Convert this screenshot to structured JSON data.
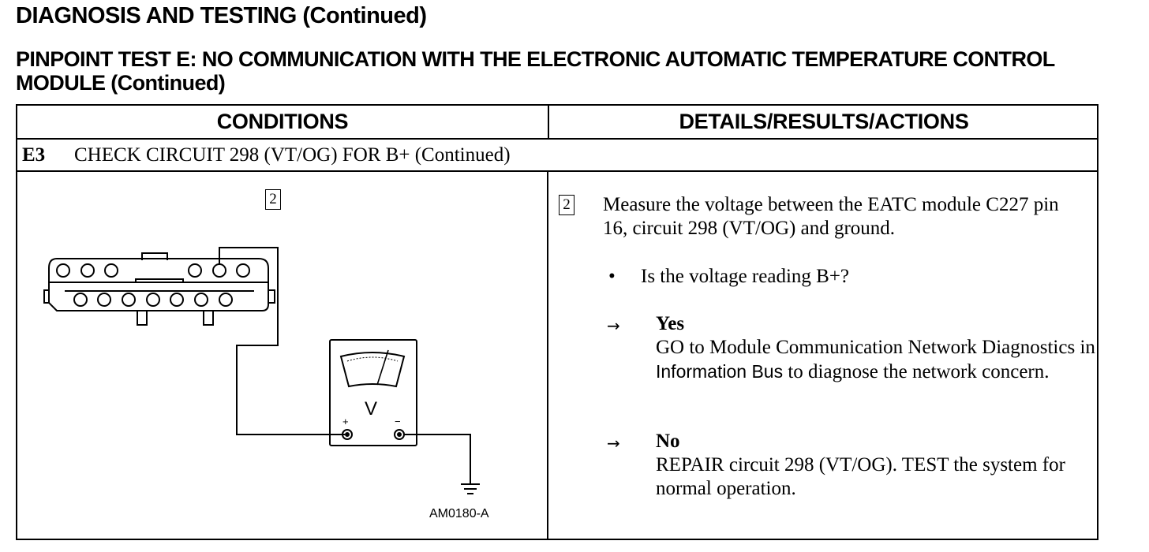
{
  "page": {
    "title": "DIAGNOSIS AND TESTING (Continued)",
    "subtitle": "PINPOINT TEST E:  NO COMMUNICATION WITH THE ELECTRONIC AUTOMATIC TEMPERATURE CONTROL MODULE (Continued)"
  },
  "table": {
    "col_conditions": "CONDITIONS",
    "col_details": "DETAILS/RESULTS/ACTIONS",
    "step_id": "E3",
    "step_title": "CHECK CIRCUIT 298 (VT/OG) FOR B+ (Continued)",
    "diagram": {
      "step_marker": "2",
      "meter_label": "V",
      "plus": "+",
      "minus": "−",
      "figure_id": "AM0180-A"
    },
    "details": {
      "step_marker": "2",
      "measure_text": "Measure the voltage between the EATC module C227 pin 16, circuit 298 (VT/OG) and ground.",
      "bullet": "•",
      "question": "Is the voltage reading B+?",
      "arrow": "→",
      "yes_label": "Yes",
      "yes_text_a": "GO to Module Communication Network Diagnostics in ",
      "yes_text_b": "Information Bus",
      "yes_text_c": " to diagnose the network concern.",
      "no_label": "No",
      "no_text": "REPAIR circuit 298 (VT/OG). TEST the system for normal operation."
    }
  }
}
